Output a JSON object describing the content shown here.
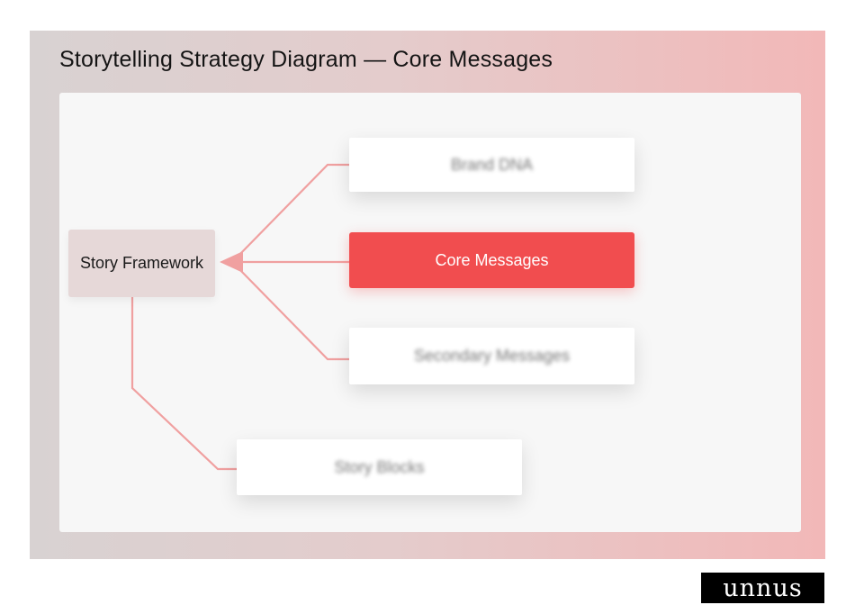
{
  "title": "Storytelling Strategy Diagram — Core Messages",
  "diagram": {
    "root": {
      "label": "Story Framework"
    },
    "children": [
      {
        "label": "Brand DNA",
        "state": "blurred"
      },
      {
        "label": "Core Messages",
        "state": "highlighted"
      },
      {
        "label": "Secondary Messages",
        "state": "blurred"
      },
      {
        "label": "Story Blocks",
        "state": "blurred"
      }
    ]
  },
  "logo": {
    "text": "unnus"
  },
  "colors": {
    "accent": "#f14d4f",
    "connector": "#f0a0a0",
    "root_fill": "#e6d8d8",
    "node_fill": "#ffffff"
  }
}
